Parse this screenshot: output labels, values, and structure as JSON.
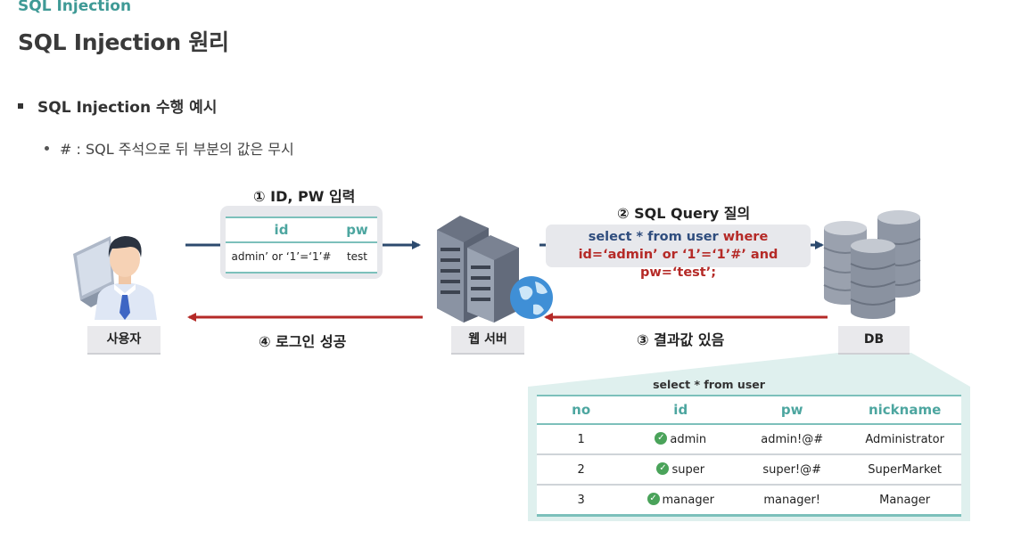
{
  "header": {
    "section_label": "SQL Injection",
    "title": "SQL Injection 원리"
  },
  "bullets": {
    "main": "SQL Injection 수행 예시",
    "sub": "# : SQL 주석으로 뒤 부분의 값은 무시"
  },
  "steps": {
    "step1": "① ID, PW 입력",
    "step2": "② SQL Query 질의",
    "step3": "③ 결과값 있음",
    "step4": "④ 로그인 성공"
  },
  "input_box": {
    "id_header": "id",
    "pw_header": "pw",
    "id_value": "admin’ or ‘1’=‘1’#",
    "pw_value": "test"
  },
  "query": {
    "part1": "select * from user ",
    "part2": "where",
    "line2": "id=‘admin’ or ‘1’=‘1’#’ and pw=‘test’;"
  },
  "nodes": {
    "user": "사용자",
    "webserver": "웹 서버",
    "db": "DB"
  },
  "result": {
    "caption": "select * from user",
    "headers": [
      "no",
      "id",
      "pw",
      "nickname"
    ],
    "rows": [
      {
        "no": "1",
        "id": "admin",
        "pw": "admin!@#",
        "nickname": "Administrator"
      },
      {
        "no": "2",
        "id": "super",
        "pw": "super!@#",
        "nickname": "SuperMarket"
      },
      {
        "no": "3",
        "id": "manager",
        "pw": "manager!",
        "nickname": "Manager"
      }
    ]
  },
  "colors": {
    "teal": "#4da6a0",
    "arrow_blue": "#2c4a6e",
    "arrow_red": "#b52a27",
    "query_blue": "#2f4d7e",
    "check_green": "#4aa35a"
  }
}
